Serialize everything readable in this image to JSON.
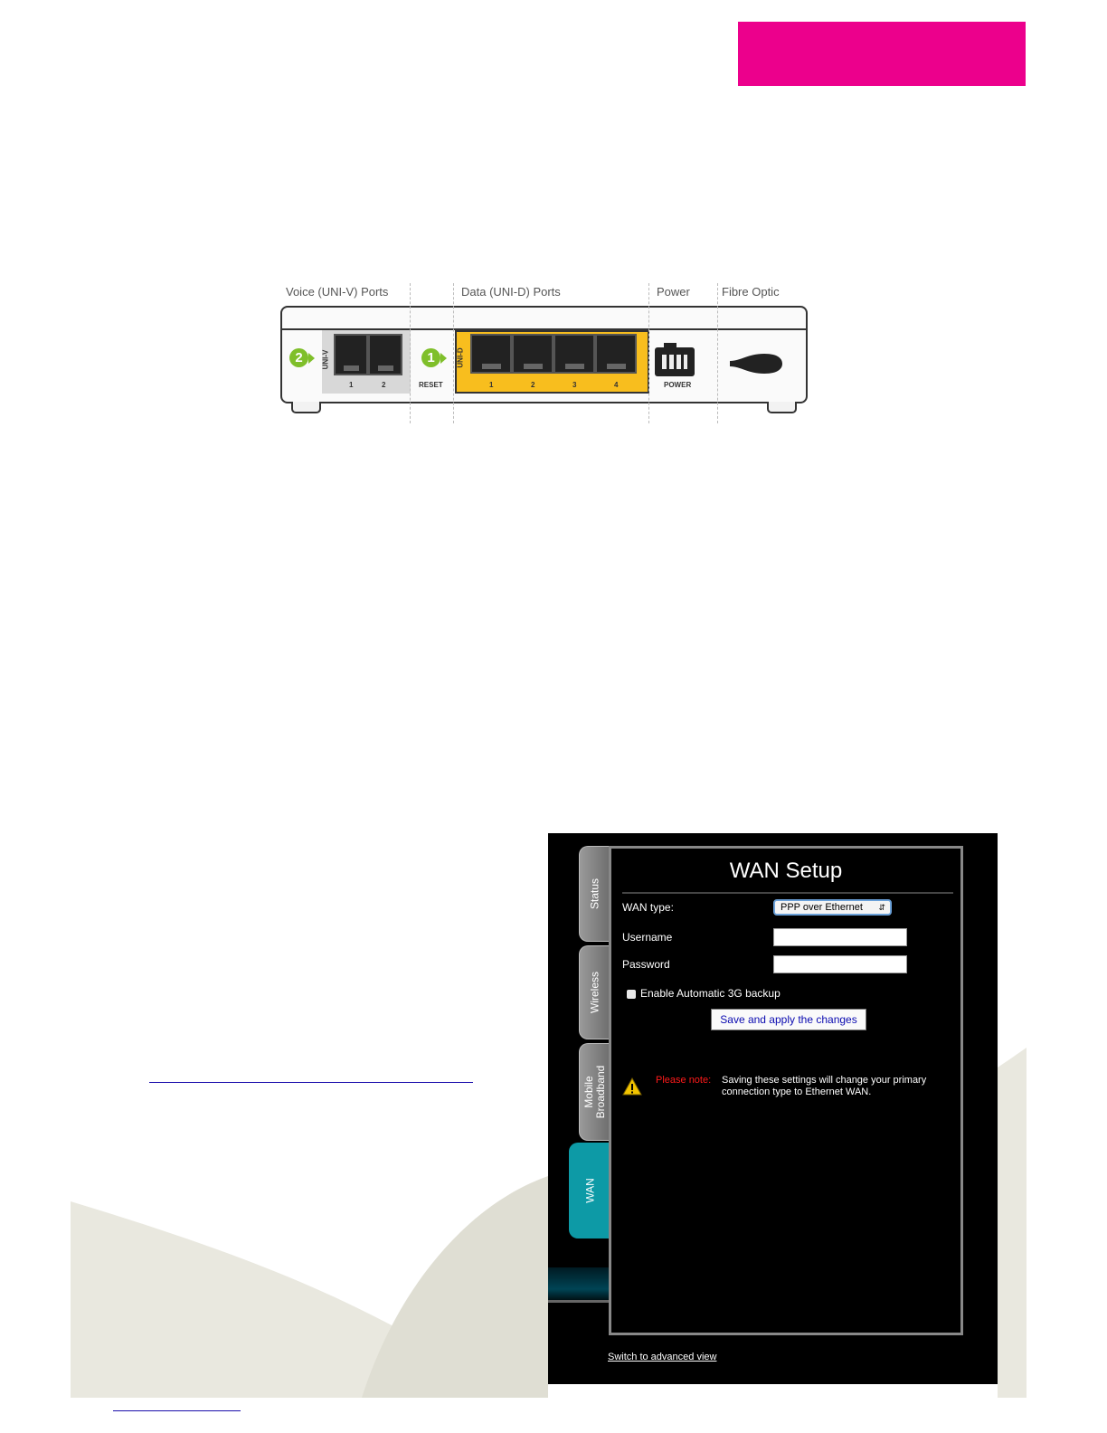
{
  "header": {
    "accent_color": "#ec008c"
  },
  "ont_diagram": {
    "section_labels": [
      "Voice (UNI-V) Ports",
      "Data (UNI-D) Ports",
      "Power",
      "Fibre Optic"
    ],
    "uni_v_label": "UNI-V",
    "uni_d_label": "UNI-D",
    "badge_1": "1",
    "badge_2": "2",
    "voice_port_numbers": [
      "1",
      "2"
    ],
    "data_port_numbers": [
      "1",
      "2",
      "3",
      "4"
    ],
    "reset_label": "RESET",
    "power_label": "POWER",
    "colors": {
      "data_ports": "#f8be1e",
      "badges": "#7fbf2a"
    }
  },
  "wan_panel": {
    "title": "WAN Setup",
    "tabs": [
      {
        "label": "Status"
      },
      {
        "label": "Wireless"
      },
      {
        "label": "Mobile\nBroadband"
      },
      {
        "label": "WAN",
        "active": true
      }
    ],
    "wan_type_label": "WAN type:",
    "wan_type_value": "PPP over Ethernet",
    "username_label": "Username",
    "username_value": "",
    "password_label": "Password",
    "password_value": "",
    "backup_checkbox_label": "Enable Automatic 3G backup",
    "backup_checked": false,
    "save_button_label": "Save and apply the changes",
    "note_label": "Please note:",
    "note_text": "Saving these settings will change your primary connection type to Ethernet WAN.",
    "advanced_link": "Switch to advanced view",
    "colors": {
      "active_tab": "#0d9aa6",
      "note_label": "#ff1a1a"
    }
  }
}
